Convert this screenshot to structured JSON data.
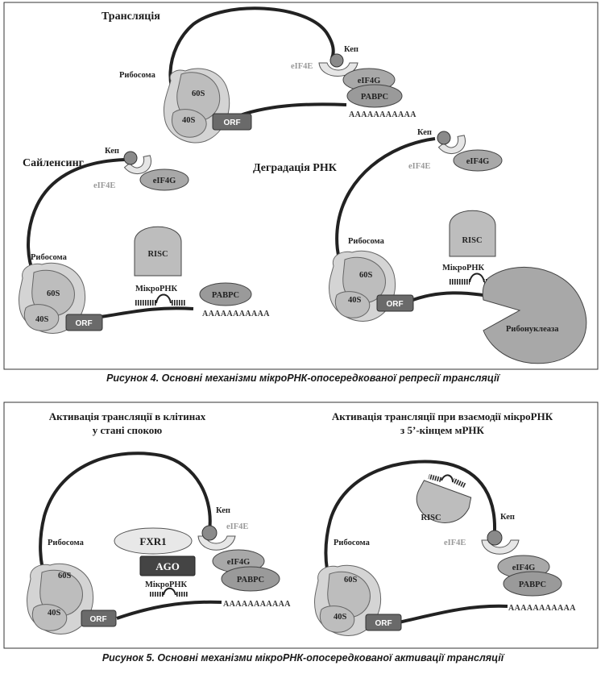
{
  "figure4": {
    "caption": "Рисунок 4. Основні механізми мікроРНК-опосередкованої репресії трансляції",
    "panel_translation": {
      "title": "Трансляція",
      "ribosome": "Рибосома",
      "s60": "60S",
      "s40": "40S",
      "orf": "ORF",
      "cap": "Кеп",
      "eif4e": "eIF4E",
      "eif4g": "eIF4G",
      "pabpc": "PABPC",
      "polya": "AAAAAAAAAAA"
    },
    "panel_silencing": {
      "title": "Сайленсинг",
      "ribosome": "Рибосома",
      "s60": "60S",
      "s40": "40S",
      "orf": "ORF",
      "cap": "Кеп",
      "eif4e": "eIF4E",
      "eif4g": "eIF4G",
      "risc": "RISC",
      "mirna": "МікроРНК",
      "pabpc": "PABPC",
      "polya": "AAAAAAAAAAA"
    },
    "panel_degradation": {
      "title": "Деградація РНК",
      "ribosome": "Рибосома",
      "s60": "60S",
      "s40": "40S",
      "orf": "ORF",
      "cap": "Кеп",
      "eif4e": "eIF4E",
      "eif4g": "eIF4G",
      "risc": "RISC",
      "mirna": "МікроРНК",
      "ribonuclease": "Рибонуклеаза"
    }
  },
  "figure5": {
    "caption": "Рисунок 5. Основні механізми мікроРНК-опосередкованої активації трансляції",
    "panel_quiescent": {
      "title_line1": "Активація трансляції в клітинах",
      "title_line2": "у стані спокою",
      "ribosome": "Рибосома",
      "s60": "60S",
      "s40": "40S",
      "orf": "ORF",
      "cap": "Кеп",
      "eif4e": "eIF4E",
      "eif4g": "eIF4G",
      "pabpc": "PABPC",
      "fxr1": "FXR1",
      "ago": "AGO",
      "mirna": "МікроРНК",
      "polya": "AAAAAAAAAAA"
    },
    "panel_5prime": {
      "title_line1": "Активація трансляції при взаємодії мікроРНК",
      "title_line2": "з 5’-кінцем мРНК",
      "ribosome": "Рибосома",
      "s60": "60S",
      "s40": "40S",
      "orf": "ORF",
      "cap": "Кеп",
      "eif4e": "eIF4E",
      "eif4g": "eIF4G",
      "pabpc": "PABPC",
      "risc": "RISC",
      "polya": "AAAAAAAAAAA"
    }
  }
}
